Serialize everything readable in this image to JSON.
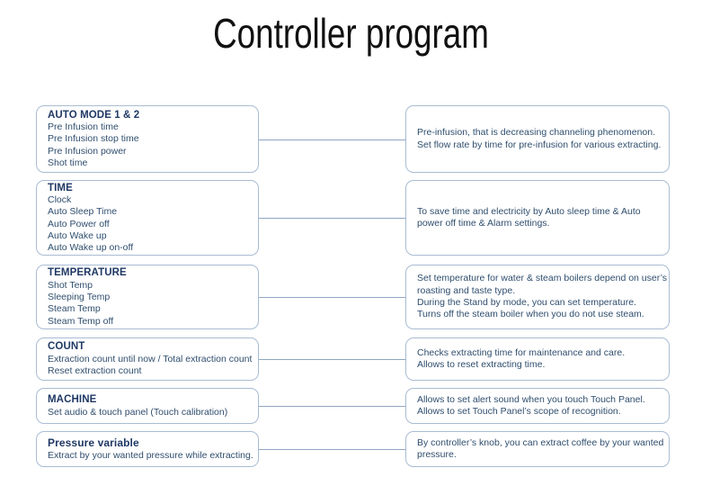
{
  "page": {
    "title": "Controller program",
    "background_color": "#FFFFFF",
    "title_color": "#111111",
    "node_border_color": "#A9BCD4",
    "connector_color": "#8FA6C4",
    "heading_color": "#1F3864",
    "body_text_color": "#2F4E6E"
  },
  "diagram": {
    "type": "flow-list",
    "rows": [
      {
        "id": "auto-mode",
        "left": {
          "title": "AUTO MODE 1 & 2",
          "items": [
            "Pre Infusion time",
            "Pre Infusion stop time",
            "Pre Infusion power",
            "Shot time"
          ]
        },
        "right": {
          "lines": [
            "Pre-infusion, that is decreasing channeling phenomenon.",
            "Set flow rate by time for pre-infusion for various extracting."
          ]
        }
      },
      {
        "id": "time",
        "left": {
          "title": "TIME",
          "items": [
            "Clock",
            "Auto Sleep Time",
            "Auto Power off",
            "Auto Wake up",
            "Auto Wake up on-off"
          ]
        },
        "right": {
          "lines": [
            "To save time and electricity by Auto sleep time  & Auto",
            "power off time & Alarm settings."
          ]
        }
      },
      {
        "id": "temperature",
        "left": {
          "title": "TEMPERATURE",
          "items": [
            "Shot Temp",
            "Sleeping Temp",
            "Steam Temp",
            "Steam Temp off"
          ]
        },
        "right": {
          "lines": [
            "Set temperature for water & steam boilers depend on  user’s",
            "roasting and taste type.",
            "During the Stand by mode, you can set temperature.",
            "Turns off the steam boiler when you do not use steam."
          ]
        }
      },
      {
        "id": "count",
        "left": {
          "title": "COUNT",
          "items": [
            "Extraction count until now / Total extraction count",
            "Reset extraction count"
          ]
        },
        "right": {
          "lines": [
            "Checks extracting time for maintenance and care.",
            "Allows to reset extracting time."
          ]
        }
      },
      {
        "id": "machine",
        "left": {
          "title": "MACHINE",
          "items": [
            "Set audio & touch panel (Touch calibration)"
          ]
        },
        "right": {
          "lines": [
            "Allows to set alert sound when you touch Touch Panel.",
            "Allows to set Touch Panel’s scope of recognition."
          ]
        }
      },
      {
        "id": "pressure-variable",
        "left": {
          "title": "Pressure variable",
          "title_style": "mixed",
          "items": [
            "Extract by your wanted pressure while extracting."
          ]
        },
        "right": {
          "lines": [
            "By controller’s knob, you can extract coffee by your wanted",
            "pressure."
          ]
        }
      }
    ]
  }
}
